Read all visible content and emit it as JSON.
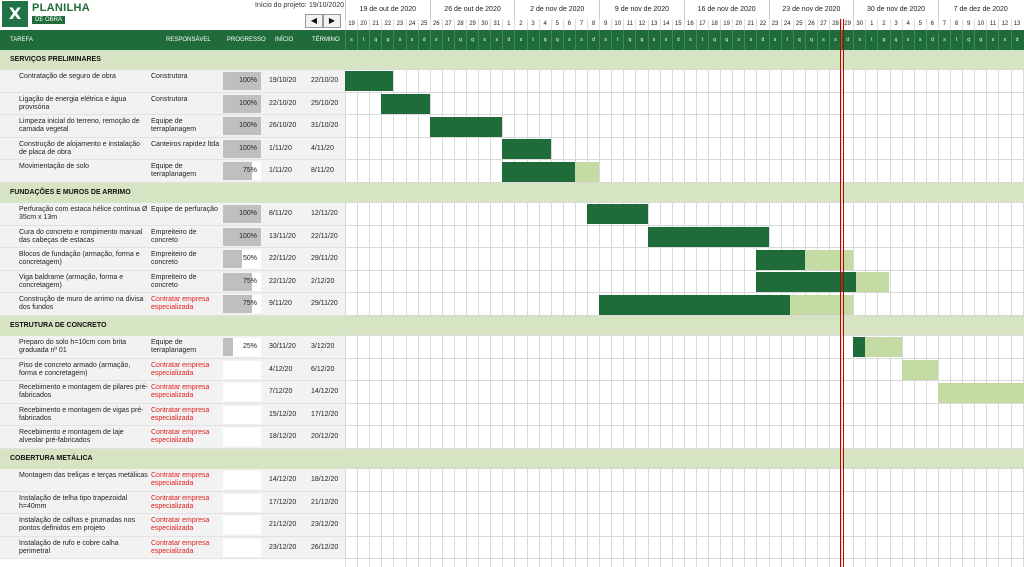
{
  "logo": {
    "mark": "X",
    "line1": "PLANILHA",
    "line2": "DE OBRA"
  },
  "project": {
    "start_label": "Início do projeto:",
    "start_value": "19/10/2020"
  },
  "nav": {
    "prev_icon": "◀",
    "next_icon": "▶"
  },
  "columns": {
    "task": "TAREFA",
    "responsible": "RESPONSÁVEL",
    "progress": "PROGRESSO",
    "start": "INÍCIO",
    "end": "TÉRMINO"
  },
  "weeks": [
    "19 de out de 2020",
    "26 de out de 2020",
    "2 de nov de 2020",
    "9 de nov de 2020",
    "16 de nov de 2020",
    "23 de nov de 2020",
    "30 de nov de 2020",
    "7 de dez de 2020"
  ],
  "days": [
    "19",
    "20",
    "21",
    "22",
    "23",
    "24",
    "25",
    "26",
    "27",
    "28",
    "29",
    "30",
    "31",
    "1",
    "2",
    "3",
    "4",
    "5",
    "6",
    "7",
    "8",
    "9",
    "10",
    "11",
    "12",
    "13",
    "14",
    "15",
    "16",
    "17",
    "18",
    "19",
    "20",
    "21",
    "22",
    "23",
    "24",
    "25",
    "26",
    "27",
    "28",
    "29",
    "30",
    "1",
    "2",
    "3",
    "4",
    "5",
    "6",
    "7",
    "8",
    "9",
    "10",
    "11",
    "12",
    "13"
  ],
  "weekday_letters": [
    "s",
    "t",
    "q",
    "q",
    "s",
    "s",
    "d",
    "s",
    "t",
    "q",
    "q",
    "s",
    "s",
    "d",
    "s",
    "t",
    "q",
    "q",
    "s",
    "s",
    "d",
    "s",
    "t",
    "q",
    "q",
    "s",
    "s",
    "d",
    "s",
    "t",
    "q",
    "q",
    "s",
    "s",
    "d",
    "s",
    "t",
    "q",
    "q",
    "s",
    "s",
    "d",
    "s",
    "t",
    "q",
    "q",
    "s",
    "s",
    "d",
    "s",
    "t",
    "q",
    "q",
    "s",
    "s",
    "d"
  ],
  "today_index": 41,
  "rows": [
    {
      "type": "section",
      "label": "SERVIÇOS PRELIMINARES"
    },
    {
      "type": "task",
      "name": "Contratação de seguro de obra",
      "resp": "Construtora",
      "resp_red": false,
      "progress": "100%",
      "pct": 100,
      "start": "19/10/20",
      "end": "22/10/20",
      "bar": [
        0,
        4
      ]
    },
    {
      "type": "task",
      "name": "Ligação de energia elétrica e água provisória",
      "resp": "Construtora",
      "resp_red": false,
      "progress": "100%",
      "pct": 100,
      "start": "22/10/20",
      "end": "25/10/20",
      "bar": [
        3,
        4
      ]
    },
    {
      "type": "task",
      "name": "Limpeza inicial do terreno, remoção de camada vegetal",
      "resp": "Equipe de terraplanagem",
      "resp_red": false,
      "progress": "100%",
      "pct": 100,
      "start": "26/10/20",
      "end": "31/10/20",
      "bar": [
        7,
        6
      ]
    },
    {
      "type": "task",
      "name": "Construção de alojamento e instalação de placa de obra",
      "resp": "Canteiros rapidez ltda",
      "resp_red": false,
      "progress": "100%",
      "pct": 100,
      "start": "1/11/20",
      "end": "4/11/20",
      "bar": [
        13,
        4
      ]
    },
    {
      "type": "task",
      "name": "Movimentação de solo",
      "resp": "Equipe de terraplanagem",
      "resp_red": false,
      "progress": "75%",
      "pct": 75,
      "start": "1/11/20",
      "end": "8/11/20",
      "bar": [
        13,
        8
      ]
    },
    {
      "type": "section",
      "label": "FUNDAÇÕES E MUROS DE ARRIMO"
    },
    {
      "type": "task",
      "name": "Perfuração com estaca hélice contínua Ø 35cm x 13m",
      "resp": "Equipe de perfuração",
      "resp_red": false,
      "progress": "100%",
      "pct": 100,
      "start": "8/11/20",
      "end": "12/11/20",
      "bar": [
        20,
        5
      ]
    },
    {
      "type": "task",
      "name": "Cura do concreto e rompimento manual das cabeças de estacas",
      "resp": "Empreiteiro de concreto",
      "resp_red": false,
      "progress": "100%",
      "pct": 100,
      "start": "13/11/20",
      "end": "22/11/20",
      "bar": [
        25,
        10
      ]
    },
    {
      "type": "task",
      "name": "Blocos de fundação (armação, forma e concretagem)",
      "resp": "Empreiteiro de concreto",
      "resp_red": false,
      "progress": "50%",
      "pct": 50,
      "start": "22/11/20",
      "end": "29/11/20",
      "bar": [
        34,
        8
      ]
    },
    {
      "type": "task",
      "name": "Viga baldrame (armação, forma e concretagem)",
      "resp": "Empreiteiro de concreto",
      "resp_red": false,
      "progress": "75%",
      "pct": 75,
      "start": "22/11/20",
      "end": "2/12/20",
      "bar": [
        34,
        11
      ]
    },
    {
      "type": "task",
      "name": "Construção de muro de arrimo na divisa dos fundos",
      "resp": "Contratar empresa especializada",
      "resp_red": true,
      "progress": "75%",
      "pct": 75,
      "start": "9/11/20",
      "end": "29/11/20",
      "bar": [
        21,
        21
      ]
    },
    {
      "type": "section",
      "label": "ESTRUTURA DE CONCRETO"
    },
    {
      "type": "task",
      "name": "Preparo do solo h=10cm com brita graduada nº 01",
      "resp": "Equipe de terraplanagem",
      "resp_red": false,
      "progress": "25%",
      "pct": 25,
      "start": "30/11/20",
      "end": "3/12/20",
      "bar": [
        42,
        4
      ]
    },
    {
      "type": "task",
      "name": "Piso de concreto armado (armação, forma e concretagem)",
      "resp": "Contratar empresa especializada",
      "resp_red": true,
      "progress": "",
      "pct": 0,
      "start": "4/12/20",
      "end": "6/12/20",
      "bar": [
        46,
        3
      ]
    },
    {
      "type": "task",
      "name": "Recebimento e montagem de pilares pré-fabricados",
      "resp": "Contratar empresa especializada",
      "resp_red": true,
      "progress": "",
      "pct": 0,
      "start": "7/12/20",
      "end": "14/12/20",
      "bar": [
        49,
        8
      ]
    },
    {
      "type": "task",
      "name": "Recebimento e montagem de vigas pré-fabricados",
      "resp": "Contratar empresa especializada",
      "resp_red": true,
      "progress": "",
      "pct": 0,
      "start": "15/12/20",
      "end": "17/12/20",
      "bar": null
    },
    {
      "type": "task",
      "name": "Recebimento e montagem de laje alveolar pré-fabricados",
      "resp": "Contratar empresa especializada",
      "resp_red": true,
      "progress": "",
      "pct": 0,
      "start": "18/12/20",
      "end": "20/12/20",
      "bar": null
    },
    {
      "type": "section",
      "label": "COBERTURA METÁLICA"
    },
    {
      "type": "task",
      "name": "Montagem das treliças e terças metálicas",
      "resp": "Contratar empresa especializada",
      "resp_red": true,
      "progress": "",
      "pct": 0,
      "start": "14/12/20",
      "end": "18/12/20",
      "bar": null
    },
    {
      "type": "task",
      "name": "Instalação de telha tipo trapezoidal h=40mm",
      "resp": "Contratar empresa especializada",
      "resp_red": true,
      "progress": "",
      "pct": 0,
      "start": "17/12/20",
      "end": "21/12/20",
      "bar": null
    },
    {
      "type": "task",
      "name": "Instalação de calhas e prumadas nos pontos definidos em projeto",
      "resp": "Contratar empresa especializada",
      "resp_red": true,
      "progress": "",
      "pct": 0,
      "start": "21/12/20",
      "end": "23/12/20",
      "bar": null
    },
    {
      "type": "task",
      "name": "Instalação de rufo e cobre calha perimetral",
      "resp": "Contratar empresa especializada",
      "resp_red": true,
      "progress": "",
      "pct": 0,
      "start": "23/12/20",
      "end": "26/12/20",
      "bar": null
    }
  ]
}
